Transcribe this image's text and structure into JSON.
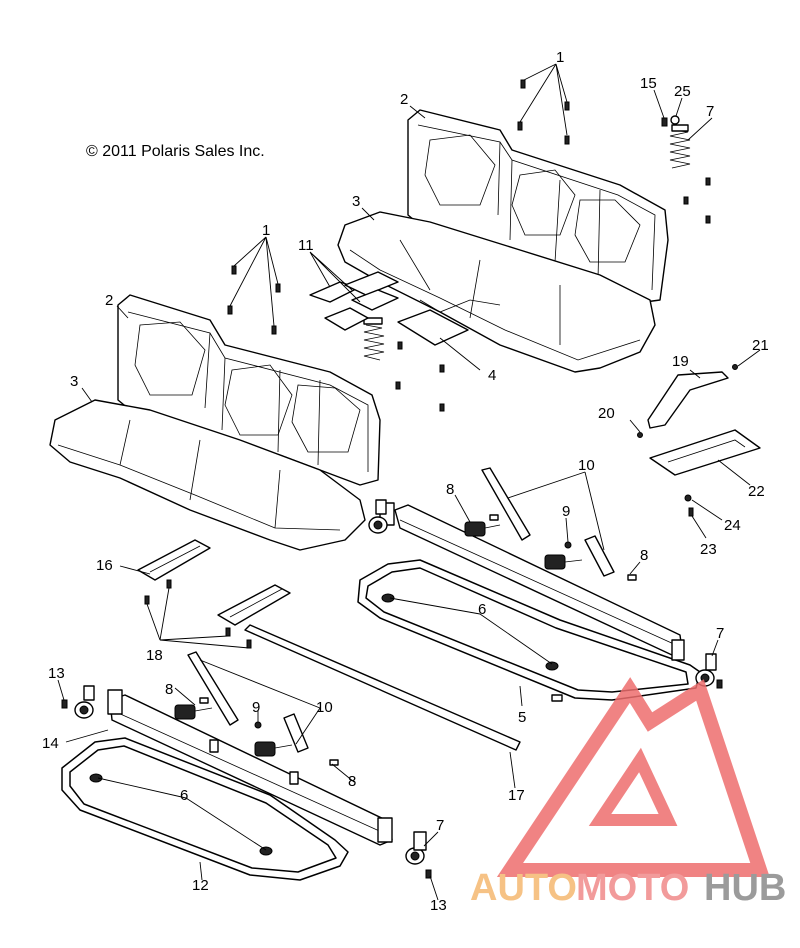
{
  "copyright": "© 2011 Polaris Sales Inc.",
  "watermark": {
    "part1": "AUTO",
    "part2": "MOTO",
    "part3": "HUB",
    "color_part1": "#f5b870",
    "color_part2": "#f08a8a",
    "color_part3": "#8a8a8a",
    "triangle_color": "#ee6e6e"
  },
  "callouts": [
    {
      "id": "c1a",
      "label": "1"
    },
    {
      "id": "c1b",
      "label": "1"
    },
    {
      "id": "c2a",
      "label": "2"
    },
    {
      "id": "c2b",
      "label": "2"
    },
    {
      "id": "c3a",
      "label": "3"
    },
    {
      "id": "c3b",
      "label": "3"
    },
    {
      "id": "c4",
      "label": "4"
    },
    {
      "id": "c5",
      "label": "5"
    },
    {
      "id": "c6a",
      "label": "6"
    },
    {
      "id": "c6b",
      "label": "6"
    },
    {
      "id": "c7a",
      "label": "7"
    },
    {
      "id": "c7b",
      "label": "7"
    },
    {
      "id": "c7c",
      "label": "7"
    },
    {
      "id": "c8a",
      "label": "8"
    },
    {
      "id": "c8b",
      "label": "8"
    },
    {
      "id": "c8c",
      "label": "8"
    },
    {
      "id": "c8d",
      "label": "8"
    },
    {
      "id": "c9a",
      "label": "9"
    },
    {
      "id": "c9b",
      "label": "9"
    },
    {
      "id": "c10a",
      "label": "10"
    },
    {
      "id": "c10b",
      "label": "10"
    },
    {
      "id": "c11",
      "label": "11"
    },
    {
      "id": "c12",
      "label": "12"
    },
    {
      "id": "c13a",
      "label": "13"
    },
    {
      "id": "c13b",
      "label": "13"
    },
    {
      "id": "c14",
      "label": "14"
    },
    {
      "id": "c15",
      "label": "15"
    },
    {
      "id": "c16",
      "label": "16"
    },
    {
      "id": "c17",
      "label": "17"
    },
    {
      "id": "c18",
      "label": "18"
    },
    {
      "id": "c19",
      "label": "19"
    },
    {
      "id": "c20",
      "label": "20"
    },
    {
      "id": "c21",
      "label": "21"
    },
    {
      "id": "c22",
      "label": "22"
    },
    {
      "id": "c23",
      "label": "23"
    },
    {
      "id": "c24",
      "label": "24"
    },
    {
      "id": "c25",
      "label": "25"
    }
  ]
}
